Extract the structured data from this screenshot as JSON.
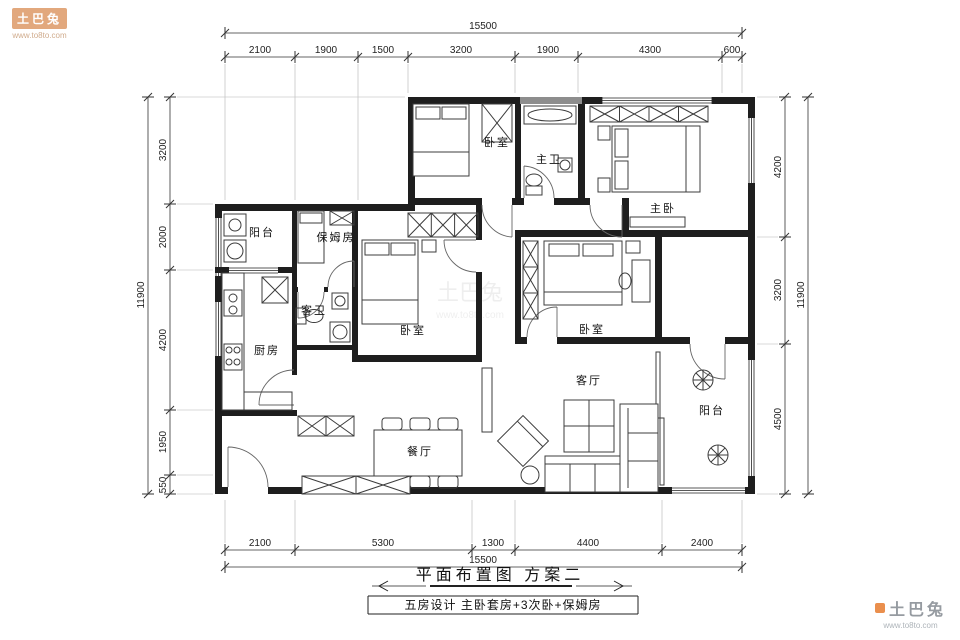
{
  "title": {
    "main": "平面布置图 方案二",
    "sub": "五房设计 主卧套房+3次卧+保姆房"
  },
  "watermark": {
    "brand": "土巴兔",
    "url": "www.to8to.com"
  },
  "dims": {
    "top_total": "15500",
    "top": [
      "2100",
      "1900",
      "1500",
      "3200",
      "1900",
      "4300",
      "600"
    ],
    "bottom_total": "15500",
    "bottom": [
      "2100",
      "5300",
      "1300",
      "4400",
      "2400"
    ],
    "left_total": "11900",
    "left": [
      "3200",
      "2000",
      "4200",
      "1950",
      "550"
    ],
    "right_total": "11900",
    "right": [
      "4200",
      "3200",
      "4500"
    ]
  },
  "rooms": {
    "balcony_left": "阳台",
    "nanny_room": "保姆房",
    "bedroom_top": "卧室",
    "master_bath": "主卫",
    "master_bedroom": "主卧",
    "guest_bath": "客卫",
    "kitchen": "厨房",
    "bedroom_center": "卧室",
    "bedroom_right": "卧室",
    "living_room": "客厅",
    "balcony_right": "阳台",
    "dining_room": "餐厅"
  }
}
